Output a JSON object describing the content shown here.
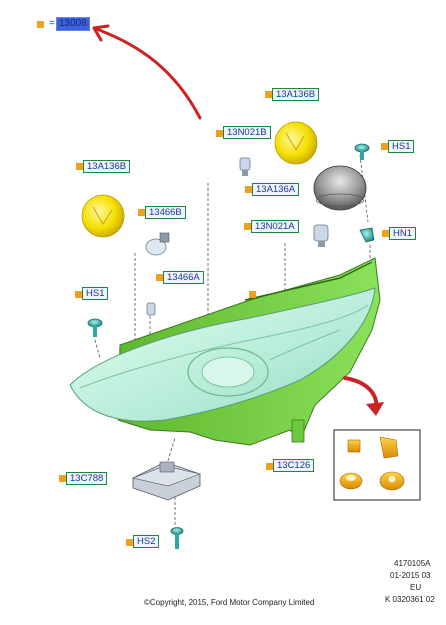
{
  "header": {
    "equals": "=",
    "code": "13008"
  },
  "labels": {
    "a_13A136B_top": "13A136B",
    "b_13N021B": "13N021B",
    "c_HS1_right": "HS1",
    "d_13A136A": "13A136A",
    "e_13A136B_left": "13A136B",
    "f_13466B": "13466B",
    "g_13N021A": "13N021A",
    "h_HN1": "HN1",
    "i_13466A": "13466A",
    "j_HS1_left": "HS1",
    "k_13C126": "13C126",
    "l_13C788": "13C788",
    "m_HS2": "HS2"
  },
  "footer": {
    "code": "4170105A",
    "dates": "01-2015 03",
    "region": "EU",
    "ref": "K 0320361 02",
    "copyright": "©Copyright, 2015, Ford Motor Company Limited"
  },
  "colors": {
    "housing_green": "#7fd64a",
    "lens": "#c8f0e0",
    "bulb_yellow": "#f5e000",
    "cap_grey": "#8a8a8a",
    "label_border": "#1a8a3a",
    "marker_orange": "#f0a020",
    "arrow_red": "#cc2222",
    "clip_teal": "#2aa8a0"
  }
}
